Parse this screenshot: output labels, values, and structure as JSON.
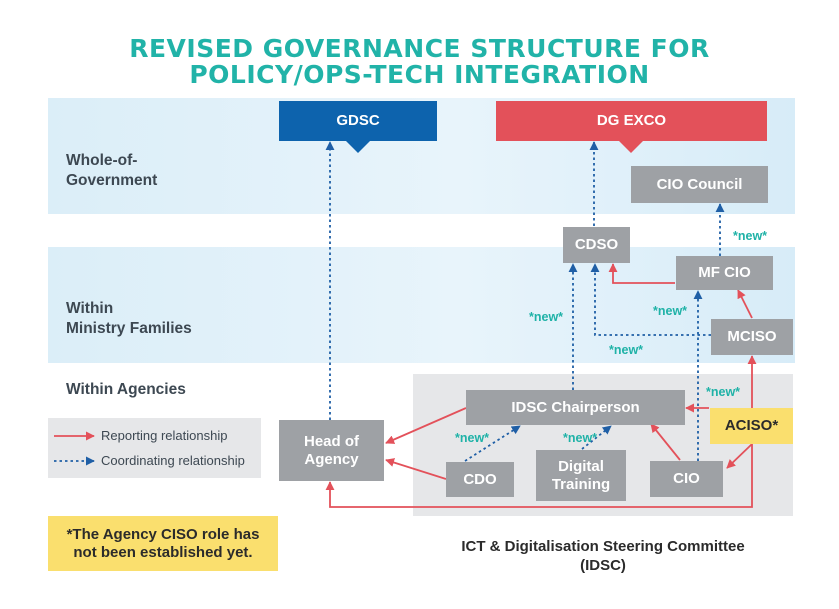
{
  "title": {
    "line1": "REVISED GOVERNANCE STRUCTURE FOR",
    "line2": "POLICY/OPS-TECH INTEGRATION"
  },
  "levels": {
    "wog_line1": "Whole-of-",
    "wog_line2": "Government",
    "mf_line1": "Within",
    "mf_line2": "Ministry Families",
    "agencies": "Within Agencies"
  },
  "boxes": {
    "gdsc": "GDSC",
    "dg_exco": "DG EXCO",
    "cio_council": "CIO Council",
    "cdso": "CDSO",
    "mf_cio": "MF CIO",
    "mciso": "MCISO",
    "idsc_chair": "IDSC Chairperson",
    "aciso": "ACISO*",
    "head_line1": "Head of",
    "head_line2": "Agency",
    "cdo": "CDO",
    "digital_line1": "Digital",
    "digital_line2": "Training",
    "cio": "CIO"
  },
  "new_tag": "*new*",
  "legend": {
    "reporting": "Reporting relationship",
    "coordinating": "Coordinating relationship"
  },
  "note": {
    "line1": "*The Agency CISO role has",
    "line2": "not been established yet."
  },
  "caption": {
    "line1": "ICT & Digitalisation Steering Committee",
    "line2": "(IDSC)"
  },
  "colors": {
    "title": "#21b3a8",
    "reporting_arrow": "#e3515a",
    "coordinating_arrow": "#1f5fa6",
    "gray_box": "#9ea1a5",
    "gdsc": "#0d63ad",
    "dg_exco": "#e3515a",
    "highlight": "#fadf6e",
    "new_tag": "#1fb2a7"
  }
}
